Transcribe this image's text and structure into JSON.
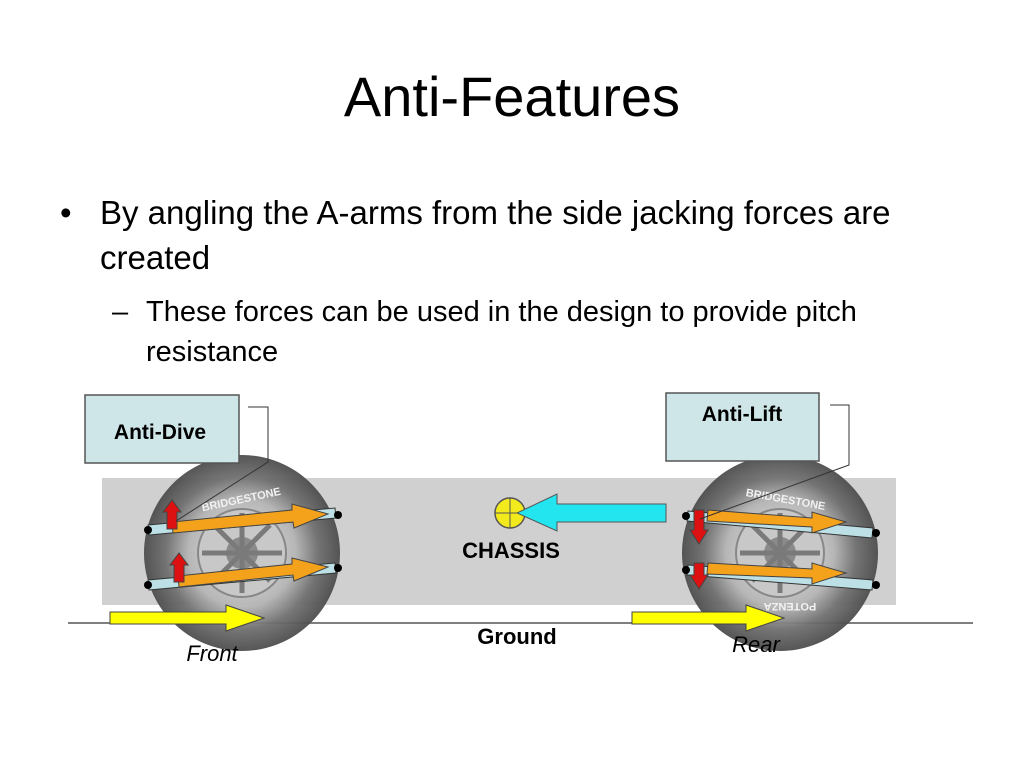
{
  "slide": {
    "title": "Anti-Features",
    "bullets": [
      {
        "marker": "•",
        "text": "By angling the A-arms from the side jacking forces are created",
        "sub": [
          {
            "marker": "–",
            "text": "These forces can be used in the design to provide pitch resistance"
          }
        ]
      }
    ]
  },
  "diagram": {
    "callout_front": "Anti-Dive",
    "callout_rear": "Anti-Lift",
    "chassis_label": "CHASSIS",
    "ground_label": "Ground",
    "front_label": "Front",
    "rear_label": "Rear",
    "tire_brand": "BRIDGESTONE",
    "tire_model": "POTENZA",
    "colors": {
      "chassis_fill": "#d0d0d0",
      "callout_fill": "#cfe6e9",
      "arm_fill": "#bde0e6",
      "force_orange": "#f4a21b",
      "force_red": "#dd1111",
      "cg_yellow": "#f2ea1d",
      "inertia_cyan": "#22e5f0",
      "motion_yellow": "#ffff00"
    }
  }
}
